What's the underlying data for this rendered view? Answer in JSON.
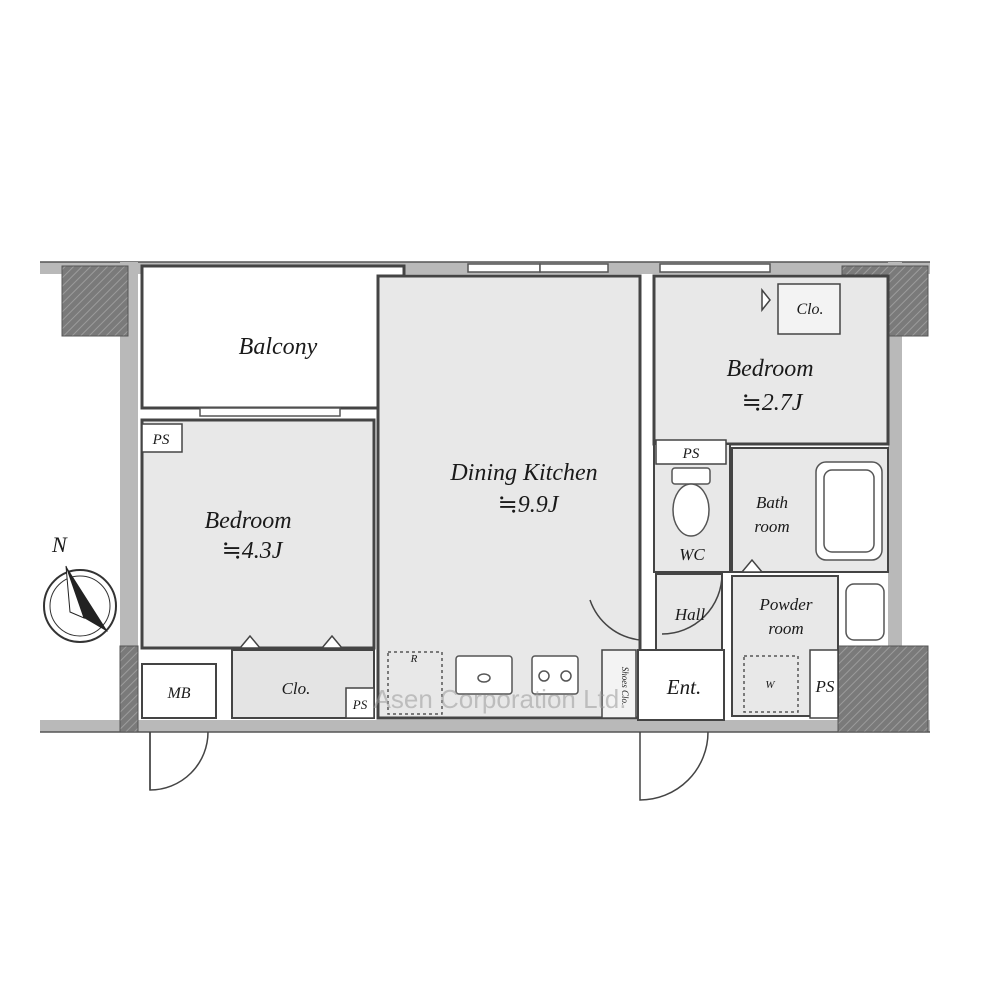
{
  "rooms": {
    "balcony": "Balcony",
    "bedroom_left": {
      "name": "Bedroom",
      "area": "≒4.3J"
    },
    "dining_kitchen": {
      "name": "Dining Kitchen",
      "area": "≒9.9J"
    },
    "bedroom_right": {
      "name": "Bedroom",
      "area": "≒2.7J"
    },
    "bath": [
      "Bath",
      "room"
    ],
    "powder": [
      "Powder",
      "room"
    ],
    "wc": "WC",
    "hall": "Hall",
    "entrance": "Ent.",
    "shoes_closet": "Shoes Clo.",
    "closet_left": "Clo.",
    "closet_right": "Clo.",
    "meter_box": "MB",
    "ps_left": "PS",
    "ps_wc": "PS",
    "ps_kitchen": "PS",
    "ps_right": "PS",
    "refrigerator": "R",
    "washer": "W"
  },
  "compass": "N",
  "watermark": "Asen Corporation Ltd."
}
